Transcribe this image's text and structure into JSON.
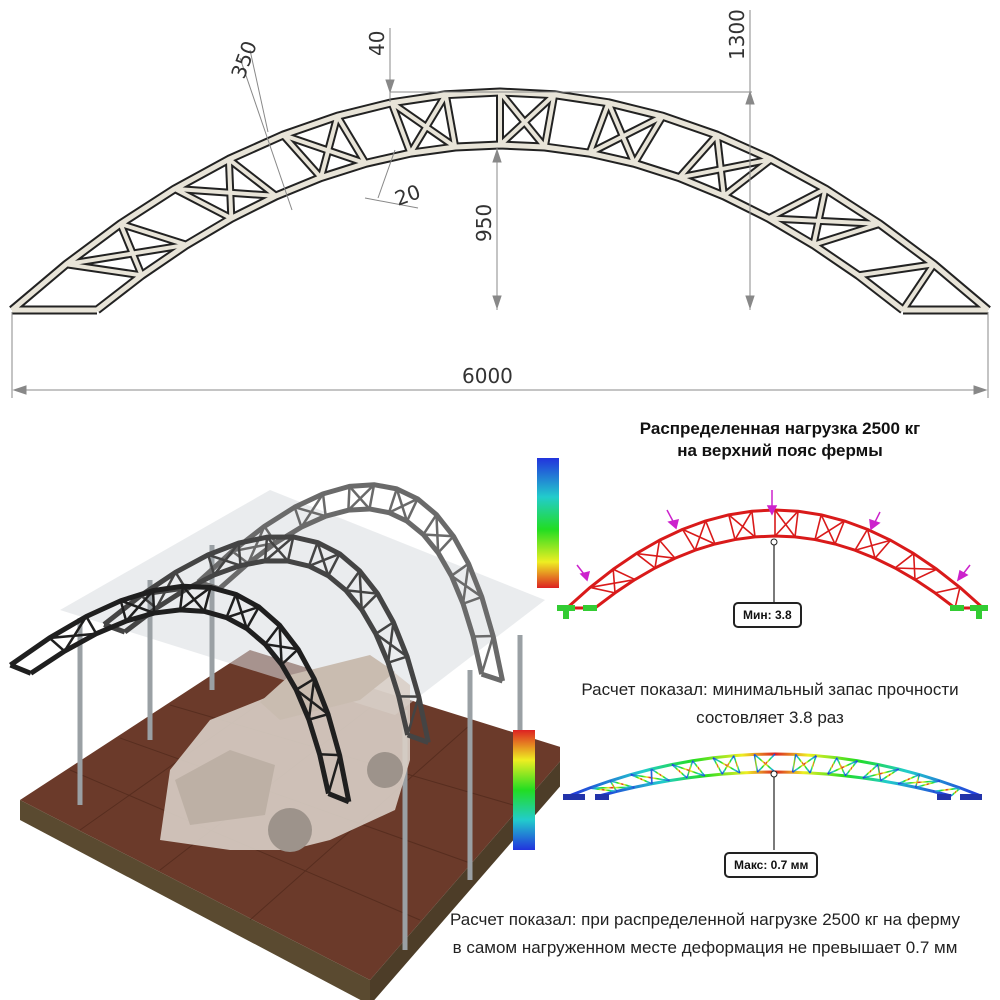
{
  "drawing": {
    "dims": {
      "top_chord_width": "350",
      "rise_offset": "40",
      "total_height": "1300",
      "gap": "20",
      "inner_height": "950",
      "span": "6000"
    }
  },
  "analysis": {
    "load_title_line1": "Распределенная нагрузка 2500 кг",
    "load_title_line2": "на верхний пояс фермы",
    "min_label": "Мин: 3.8",
    "max_label": "Макс: 0.7 мм",
    "result1_line1": "Расчет показал: минимальный запас прочности",
    "result1_line2": "состовляет 3.8 раз",
    "result2_line1": "Расчет показал: при распределенной нагрузке 2500 кг на ферму",
    "result2_line2": "в самом нагруженном месте деформация не превышает 0.7 мм"
  },
  "colors": {
    "stress_truss": "#d91a1a",
    "load_arrow": "#cc22cc",
    "support": "#33cc33",
    "ground": "#6b3a2a",
    "frame": "#222222"
  }
}
